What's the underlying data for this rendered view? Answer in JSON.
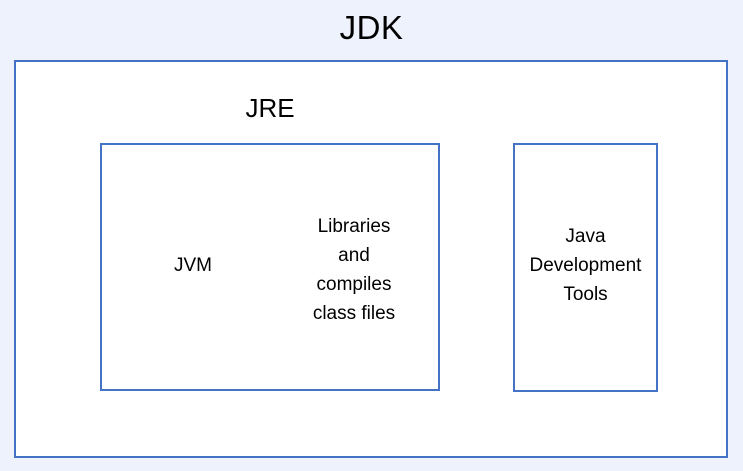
{
  "diagram": {
    "title": "JDK",
    "background_color": "#eef2fc",
    "box_border_color": "#4472c4",
    "box_fill_color": "#ffffff",
    "text_color": "#000000",
    "outer_box": {
      "label": "JRE",
      "inner_left_box": {
        "jvm_label": "JVM",
        "libraries_lines": [
          "Libraries",
          "and",
          "compiles",
          "class files"
        ]
      },
      "inner_right_box": {
        "lines": [
          "Java",
          "Development",
          "Tools"
        ]
      }
    }
  }
}
